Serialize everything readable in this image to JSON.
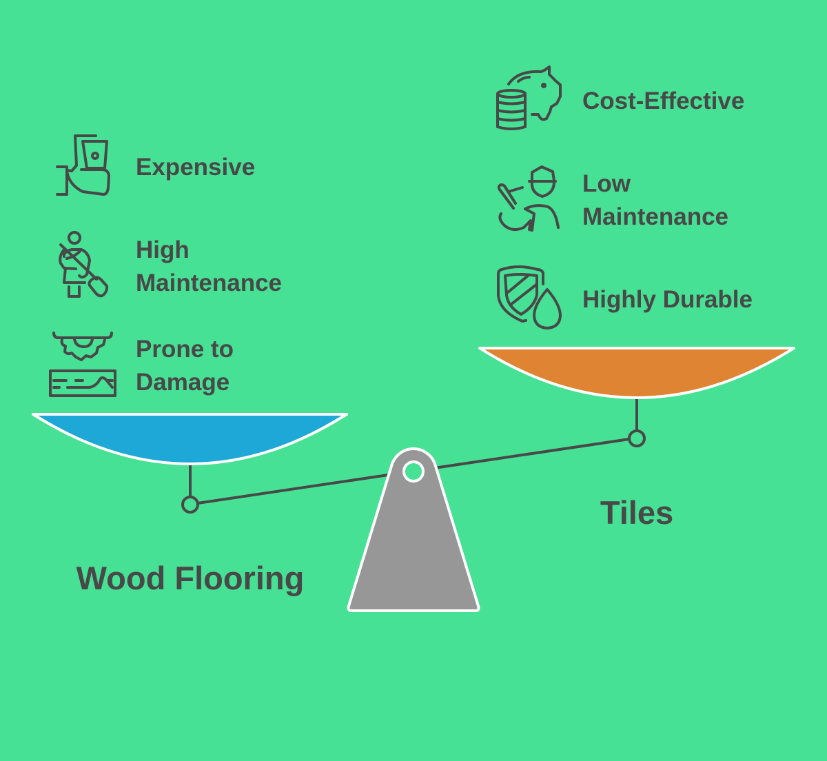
{
  "left": {
    "title": "Wood Flooring",
    "items": [
      {
        "icon": "money-hand-icon",
        "lines": [
          "Expensive"
        ]
      },
      {
        "icon": "cleaner-broom-icon",
        "lines": [
          "High",
          "Maintenance"
        ]
      },
      {
        "icon": "damaged-wood-icon",
        "lines": [
          "Prone to",
          "Damage"
        ]
      }
    ]
  },
  "right": {
    "title": "Tiles",
    "items": [
      {
        "icon": "piggy-bank-coins-icon",
        "lines": [
          "Cost-Effective"
        ]
      },
      {
        "icon": "worker-thumbs-up-icon",
        "lines": [
          "Low",
          "Maintenance"
        ]
      },
      {
        "icon": "shield-water-drop-icon",
        "lines": [
          "Highly Durable"
        ]
      }
    ]
  },
  "colors": {
    "background": "#46E194",
    "left_pan": "#1EA8D8",
    "right_pan": "#DE8433",
    "fulcrum": "#979797",
    "ink": "#484848"
  }
}
